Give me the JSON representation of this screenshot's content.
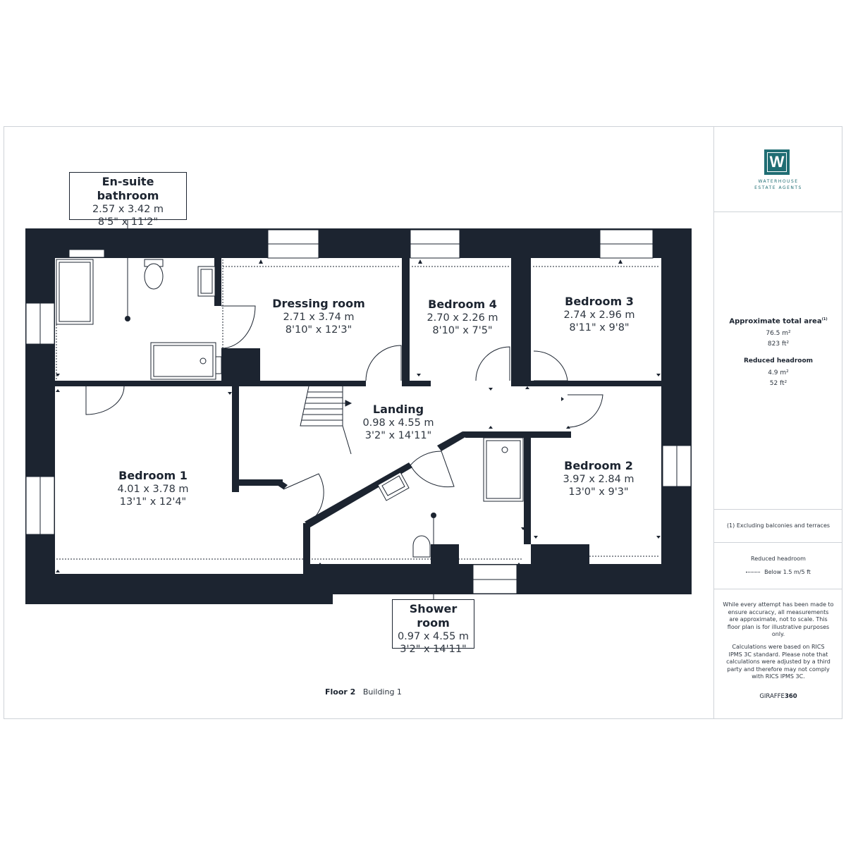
{
  "rooms": {
    "ensuite": {
      "name": "En-suite bathroom",
      "metric": "2.57 x 3.42 m",
      "imperial": "8'5\" x 11'2\""
    },
    "dressing": {
      "name": "Dressing room",
      "metric": "2.71 x 3.74 m",
      "imperial": "8'10\" x 12'3\""
    },
    "bedroom4": {
      "name": "Bedroom 4",
      "metric": "2.70 x 2.26 m",
      "imperial": "8'10\" x 7'5\""
    },
    "bedroom3": {
      "name": "Bedroom 3",
      "metric": "2.74 x 2.96 m",
      "imperial": "8'11\" x 9'8\""
    },
    "landing": {
      "name": "Landing",
      "metric": "0.98 x 4.55 m",
      "imperial": "3'2\" x 14'11\""
    },
    "bedroom1": {
      "name": "Bedroom 1",
      "metric": "4.01 x 3.78 m",
      "imperial": "13'1\" x 12'4\""
    },
    "bedroom2": {
      "name": "Bedroom 2",
      "metric": "3.97 x 2.84 m",
      "imperial": "13'0\" x 9'3\""
    },
    "shower": {
      "name": "Shower room",
      "metric": "0.97 x 4.55 m",
      "imperial": "3'2\" x 14'11\""
    }
  },
  "brand": {
    "logo_letter": "W",
    "line1": "WATERHOUSE",
    "line2": "ESTATE AGENTS",
    "accent": "#1f6d73"
  },
  "area": {
    "title": "Approximate total area",
    "footnote_mark": "(1)",
    "sqm": "76.5 m²",
    "sqft": "823 ft²",
    "reduced_title": "Reduced headroom",
    "reduced_sqm": "4.9 m²",
    "reduced_sqft": "52 ft²"
  },
  "notes": {
    "excluding": "(1) Excluding balconies and terraces",
    "legend_title": "Reduced headroom",
    "legend_item": "Below 1.5 m/5 ft",
    "disclaimer1": "While every attempt has been made to ensure accuracy, all measurements are approximate, not to scale. This floor plan is for illustrative purposes only.",
    "disclaimer2": "Calculations were based on RICS IPMS 3C standard. Please note that calculations were adjusted by a third party and therefore may not comply with RICS IPMS 3C.",
    "brand_footer_a": "GIRAFFE",
    "brand_footer_b": "360"
  },
  "floor": {
    "label": "Floor 2",
    "building": "Building 1"
  },
  "colors": {
    "wall": "#1c2430",
    "border": "#cfd3d8"
  }
}
